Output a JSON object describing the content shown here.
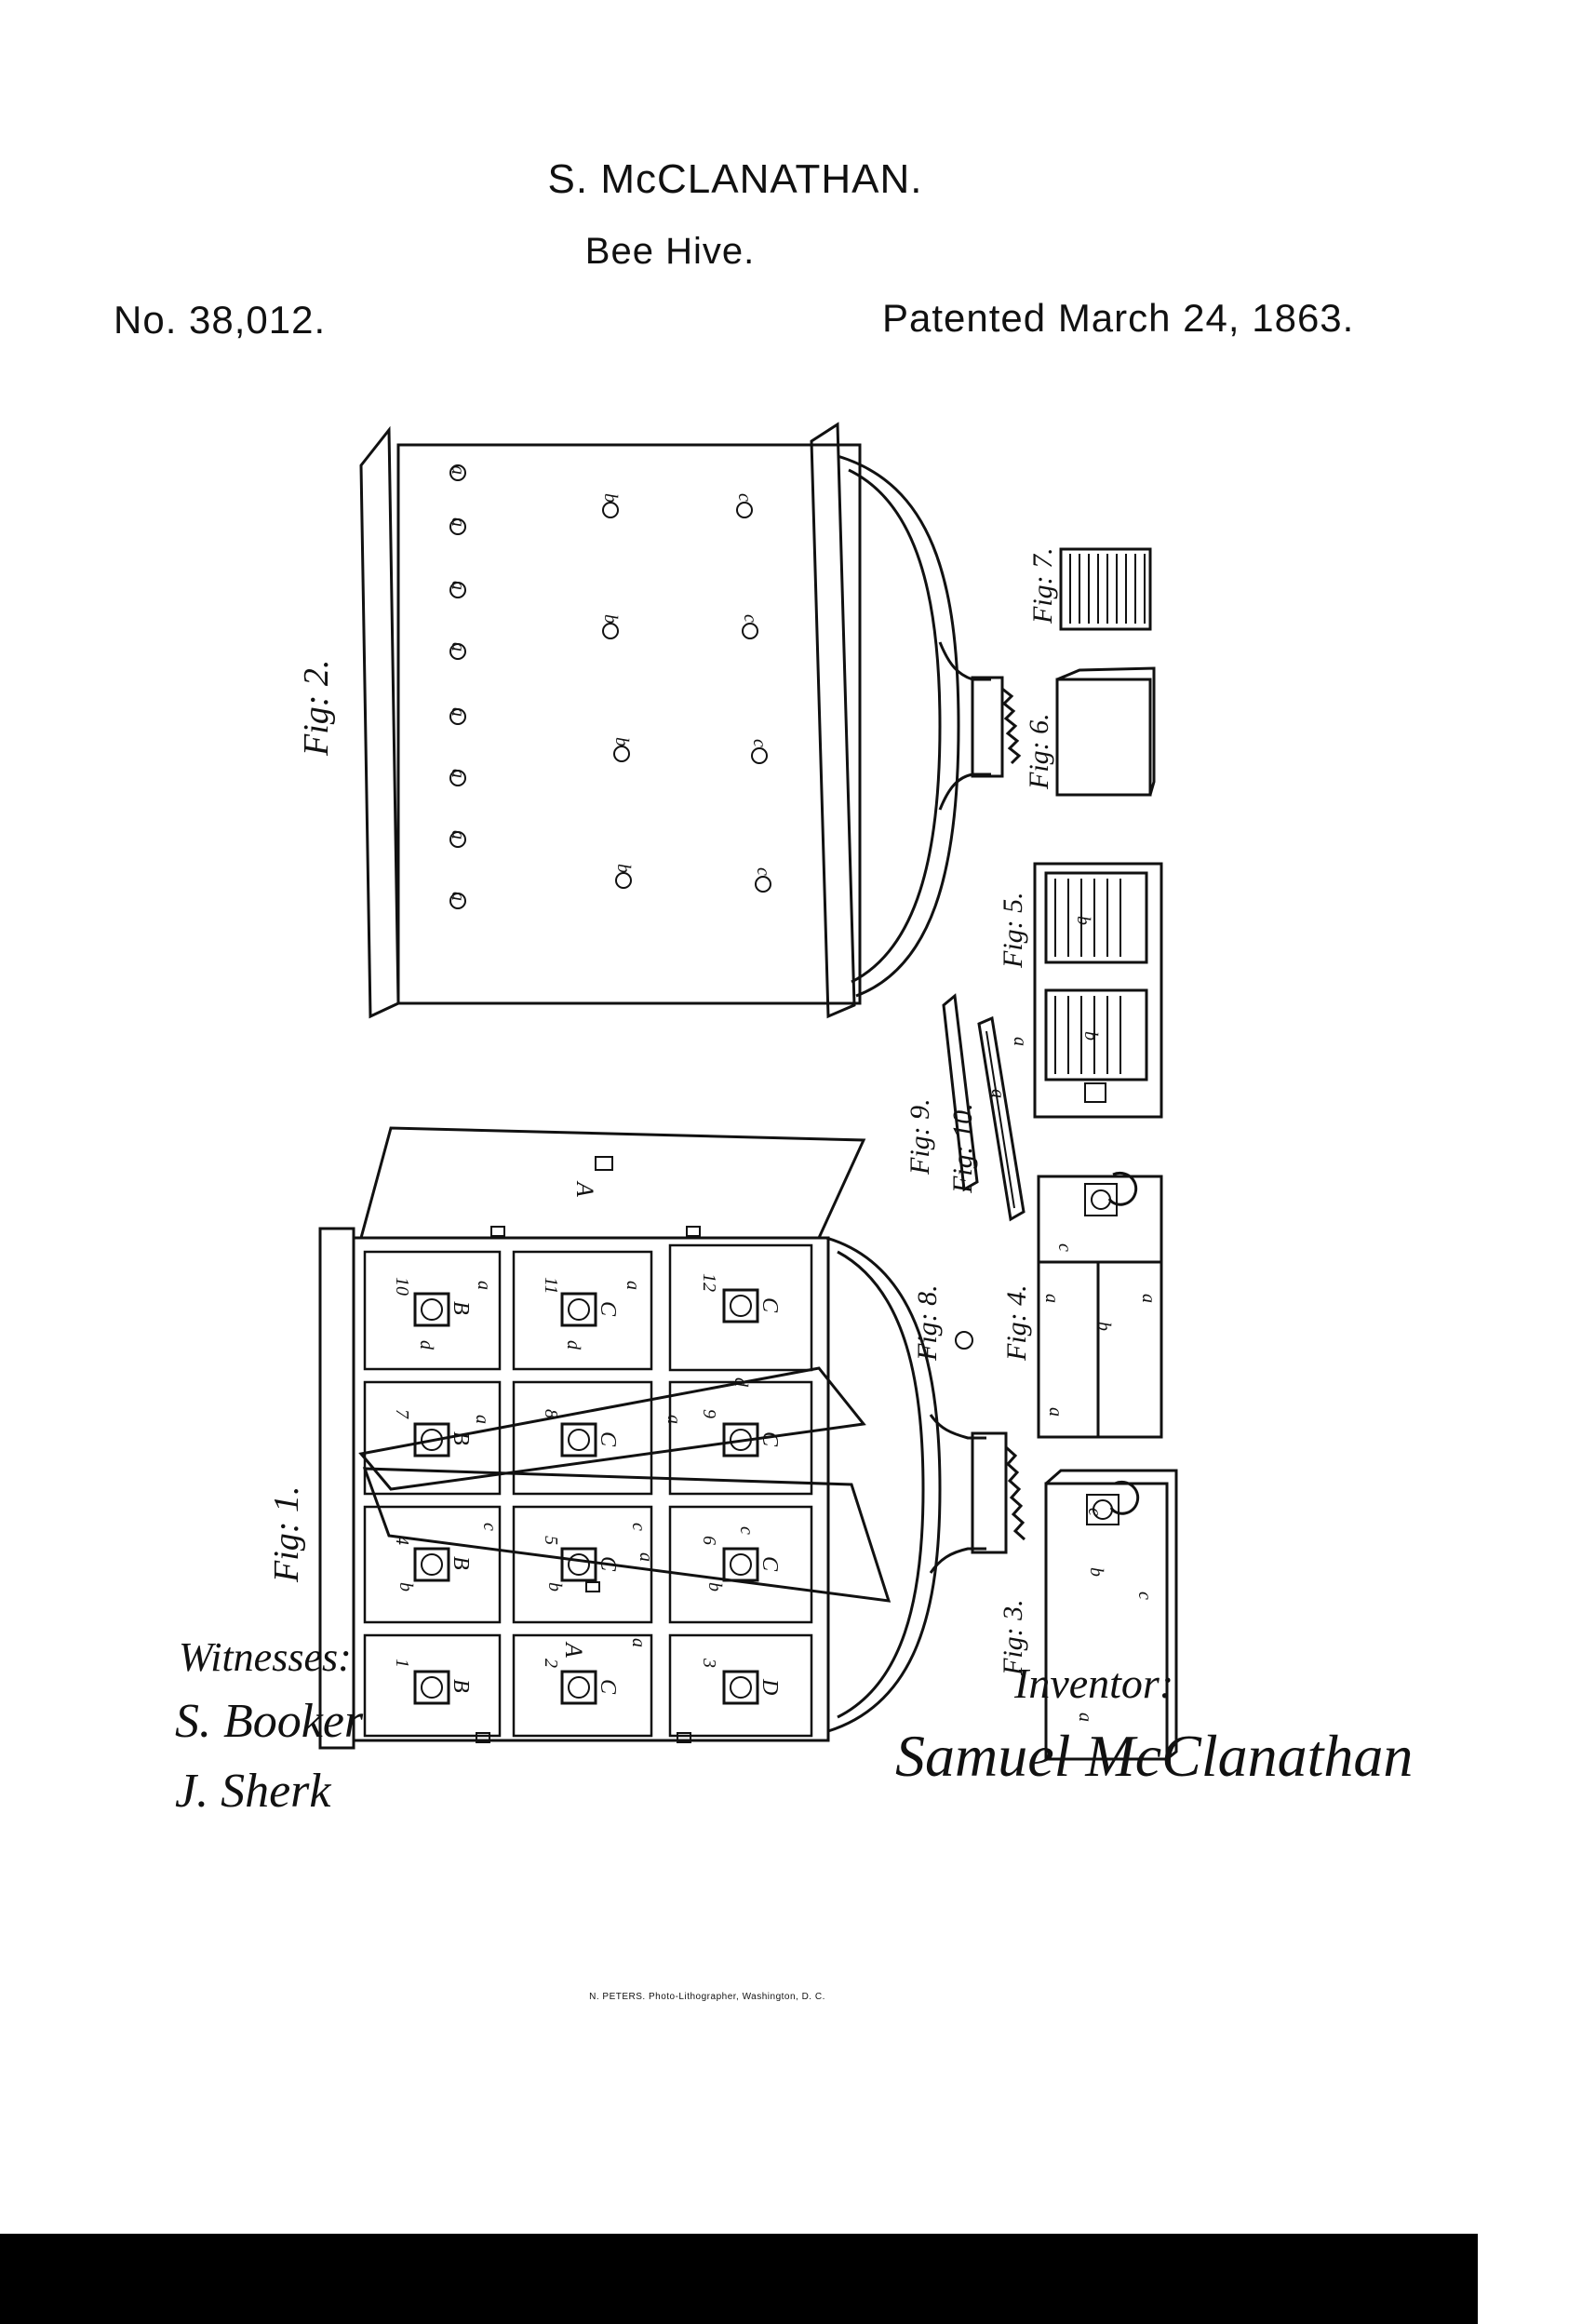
{
  "header": {
    "inventor_name": "S. McCLANATHAN.",
    "title": "Bee Hive.",
    "patent_number": "No. 38,012.",
    "patent_date": "Patented March 24, 1863."
  },
  "figures": {
    "fig1": "Fig: 1.",
    "fig2": "Fig: 2.",
    "fig3": "Fig: 3.",
    "fig4": "Fig: 4.",
    "fig5": "Fig: 5.",
    "fig6": "Fig: 6.",
    "fig7": "Fig: 7.",
    "fig8": "Fig: 8.",
    "fig9": "Fig: 9.",
    "fig10": "Fig: 10."
  },
  "box_numbers": [
    "1",
    "2",
    "3",
    "4",
    "5",
    "6",
    "7",
    "8",
    "9",
    "10",
    "11",
    "12"
  ],
  "box_letters": [
    "B",
    "C",
    "D",
    "B",
    "C",
    "C",
    "B",
    "C",
    "C",
    "B",
    "C",
    "C"
  ],
  "part_letters": {
    "A": "A",
    "a": "a",
    "b": "b",
    "c": "c",
    "d": "d"
  },
  "footer": {
    "witnesses_label": "Witnesses:",
    "witness_1": "S. Booker",
    "witness_2": "J. Sherk",
    "inventor_label": "Inventor:",
    "inventor_signature": "Samuel McClanathan",
    "printer": "N. PETERS. Photo-Lithographer, Washington, D. C."
  },
  "colors": {
    "ink": "#111111",
    "paper": "#ffffff"
  }
}
